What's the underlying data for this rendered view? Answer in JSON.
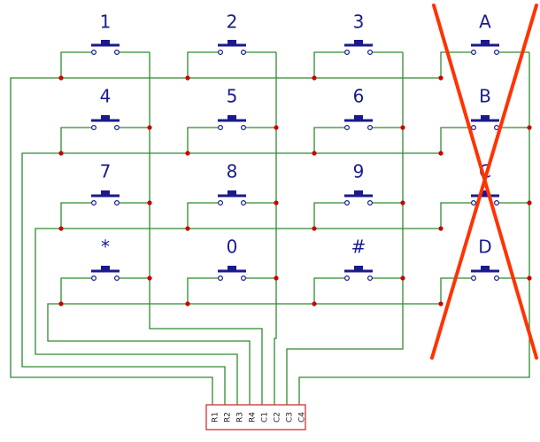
{
  "keypad": {
    "keys": [
      [
        "1",
        "2",
        "3",
        "A"
      ],
      [
        "4",
        "5",
        "6",
        "B"
      ],
      [
        "7",
        "8",
        "9",
        "C"
      ],
      [
        "*",
        "0",
        "#",
        "D"
      ]
    ],
    "crossed_out_column": 3
  },
  "connector": {
    "pins": [
      "R1",
      "R2",
      "R3",
      "R4",
      "C1",
      "C2",
      "C3",
      "C4"
    ]
  },
  "colors": {
    "wire": "#2e8b2e",
    "switch": "#1a1a8c",
    "junction": "#cc0000",
    "cross": "#ff3300",
    "connector_border": "#cc3333",
    "pin_line": "#222222"
  }
}
